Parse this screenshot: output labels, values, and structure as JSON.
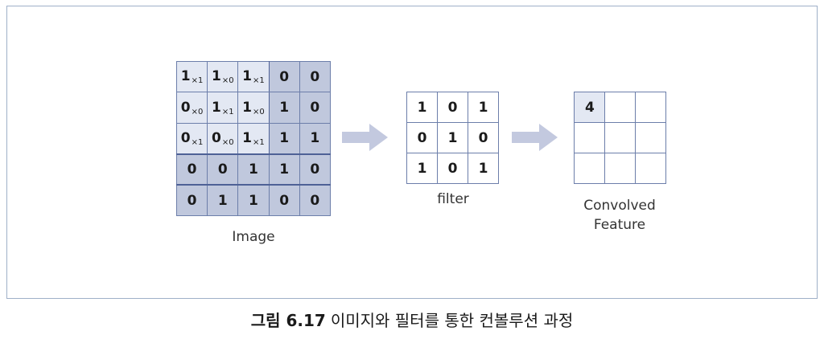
{
  "image": {
    "label": "Image",
    "rows": [
      [
        {
          "v": "1",
          "s": "×1"
        },
        {
          "v": "1",
          "s": "×0"
        },
        {
          "v": "1",
          "s": "×1"
        },
        {
          "v": "0",
          "s": ""
        },
        {
          "v": "0",
          "s": ""
        }
      ],
      [
        {
          "v": "0",
          "s": "×0"
        },
        {
          "v": "1",
          "s": "×1"
        },
        {
          "v": "1",
          "s": "×0"
        },
        {
          "v": "1",
          "s": ""
        },
        {
          "v": "0",
          "s": ""
        }
      ],
      [
        {
          "v": "0",
          "s": "×1"
        },
        {
          "v": "0",
          "s": "×0"
        },
        {
          "v": "1",
          "s": "×1"
        },
        {
          "v": "1",
          "s": ""
        },
        {
          "v": "1",
          "s": ""
        }
      ],
      [
        {
          "v": "0",
          "s": ""
        },
        {
          "v": "0",
          "s": ""
        },
        {
          "v": "1",
          "s": ""
        },
        {
          "v": "1",
          "s": ""
        },
        {
          "v": "0",
          "s": ""
        }
      ],
      [
        {
          "v": "0",
          "s": ""
        },
        {
          "v": "1",
          "s": ""
        },
        {
          "v": "1",
          "s": ""
        },
        {
          "v": "0",
          "s": ""
        },
        {
          "v": "0",
          "s": ""
        }
      ]
    ]
  },
  "filter": {
    "label": "filter",
    "rows": [
      [
        "1",
        "0",
        "1"
      ],
      [
        "0",
        "1",
        "0"
      ],
      [
        "1",
        "0",
        "1"
      ]
    ]
  },
  "convolved": {
    "label_line1": "Convolved",
    "label_line2": "Feature",
    "rows": [
      [
        "4",
        "",
        ""
      ],
      [
        "",
        "",
        ""
      ],
      [
        "",
        "",
        ""
      ]
    ]
  },
  "caption": {
    "figure": "그림 6.17",
    "text": "이미지와 필터를 통한 컨볼루션 과정"
  },
  "colors": {
    "highlight_light": "#e3e8f3",
    "highlight_dark": "#c0c8dd",
    "arrow": "#c3c9df",
    "border": "#6c7eaa"
  }
}
